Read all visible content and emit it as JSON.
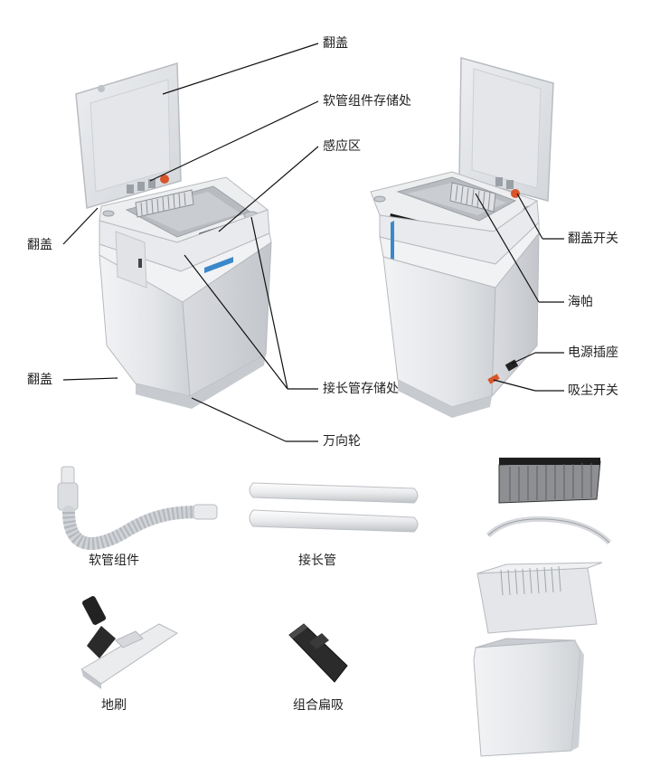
{
  "callouts": {
    "flip_lid_top": "翻盖",
    "hose_storage": "软管组件存储处",
    "sensor_zone": "感应区",
    "flip_lid_left": "翻盖",
    "flip_lid_lower": "翻盖",
    "extension_storage": "接长管存储处",
    "caster": "万向轮",
    "lid_switch": "翻盖开关",
    "sponge": "海帕",
    "power_socket": "电源插座",
    "vacuum_switch": "吸尘开关"
  },
  "accessories": {
    "hose": "软管组件",
    "extension_tube": "接长管",
    "floor_brush": "地刷",
    "combo_nozzle": "组合扁吸"
  },
  "colors": {
    "body": "#e6e7ea",
    "body_shadow": "#d2d4d8",
    "lid": "#dfe1e5",
    "line": "#111111",
    "accent_orange": "#d9552b",
    "display": "#1a1a1a"
  }
}
